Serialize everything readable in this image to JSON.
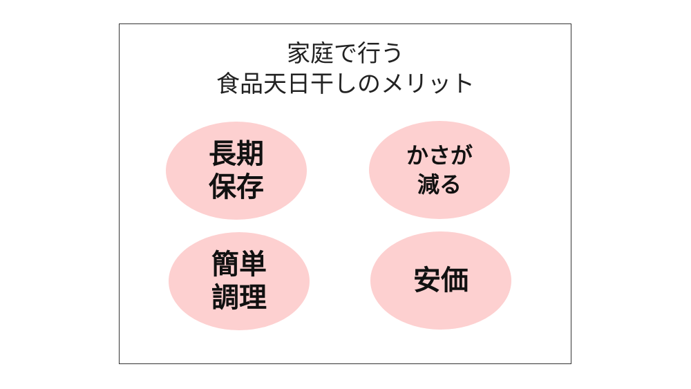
{
  "title": {
    "line1": "家庭で行う",
    "line2": "食品天日干しのメリット"
  },
  "colors": {
    "bubble_fill": "#fdd0d0",
    "border": "#333333",
    "text": "#111111"
  },
  "benefits": [
    {
      "line1": "長期",
      "line2": "保存"
    },
    {
      "line1": "かさが",
      "line2": "減る"
    },
    {
      "line1": "簡単",
      "line2": "調理"
    },
    {
      "line1": "安価",
      "line2": ""
    }
  ]
}
